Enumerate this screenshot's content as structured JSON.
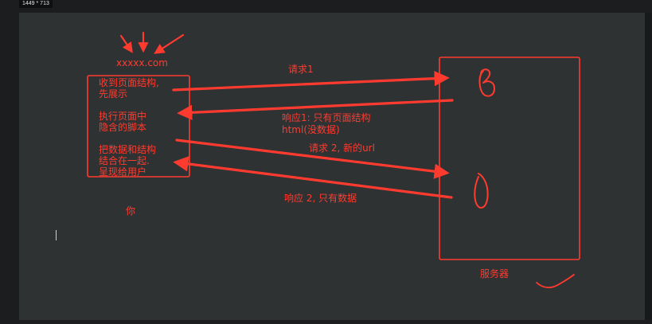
{
  "window": {
    "size_label": "1449 * 713"
  },
  "diagram": {
    "url_label": "xxxxx.com",
    "client": {
      "step1": [
        "收到页面结构,",
        "先展示"
      ],
      "step2": [
        "执行页面中",
        "隐含的脚本"
      ],
      "step3": [
        "把数据和结构",
        "结合在一起.",
        "呈现给用户"
      ]
    },
    "you_label": "你",
    "server_label": "服务器",
    "arrows": {
      "request1": "请求1",
      "response1": [
        "响应1: 只有页面结构",
        "html(没数据)"
      ],
      "request2": "请求 2, 新的url",
      "response2": "响应 2,  只有数据"
    },
    "colors": {
      "ink": "#ff3b2f",
      "canvas": "#2f3233",
      "frame": "#1b1d1e"
    }
  }
}
